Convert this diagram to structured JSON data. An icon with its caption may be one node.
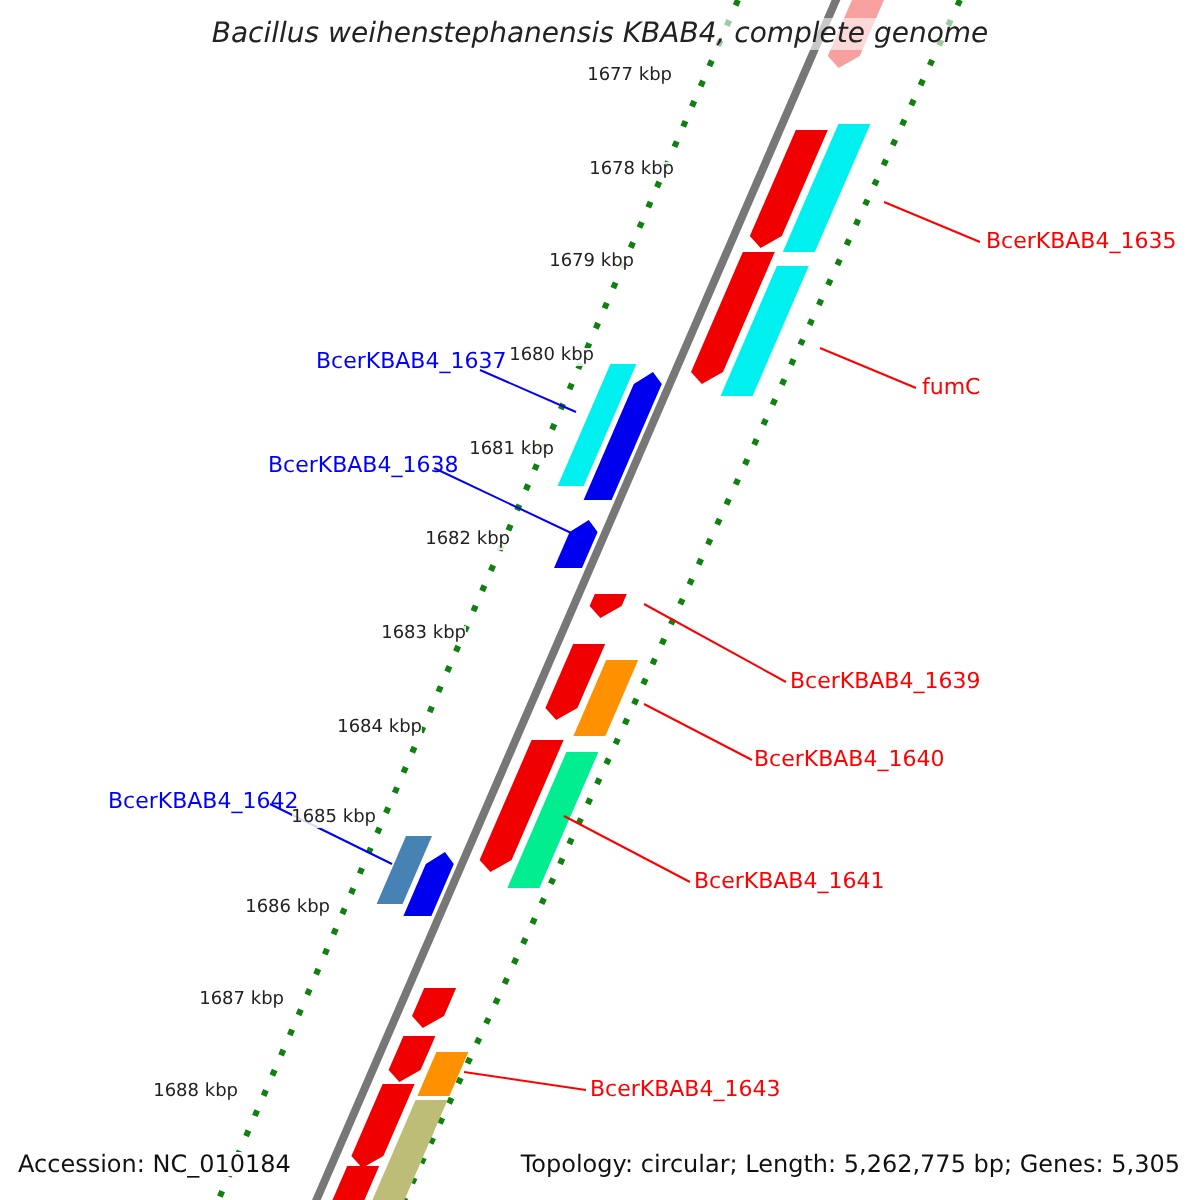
{
  "diagram": {
    "title": "Bacillus weihenstephanensis KBAB4, complete genome",
    "nodes": [
      {
        "text": [
          "BcerKBAB4_1635"
        ]
      },
      {
        "text": [],
        "shape": "bar"
      },
      {
        "text": [
          "fumC"
        ]
      },
      {
        "text": [],
        "shape": "bar"
      },
      {
        "text": [
          "BcerKBAB4_1637"
        ]
      },
      {
        "text": [],
        "shape": "bar"
      },
      {
        "text": [
          "BcerKBAB4_1638"
        ]
      },
      {
        "text": [],
        "shape": "bar"
      },
      {
        "text": [
          "BcerKBAB4_1639"
        ]
      },
      {
        "text": [],
        "shape": "bar"
      },
      {
        "text": [
          "BcerKBAB4_1640"
        ]
      },
      {
        "text": [],
        "shape": "bar"
      },
      {
        "text": [
          "BcerKBAB4_1642"
        ]
      },
      {
        "text": [],
        "shape": "bar"
      },
      {
        "text": [
          "BcerKBAB4_1641"
        ]
      },
      {
        "text": [],
        "shape": "bar"
      },
      {
        "text": [
          "BcerKBAB4_1643"
        ]
      },
      {
        "text": [],
        "shape": "bar"
      }
    ],
    "edges": [
      {
        "from": 0,
        "to": 1,
        "arrow": "none"
      },
      {
        "from": 2,
        "to": 3,
        "arrow": "none"
      },
      {
        "from": 4,
        "to": 5,
        "arrow": "none",
        "color": "#0000ff"
      },
      {
        "from": 6,
        "to": 7,
        "arrow": "none",
        "color": "#0000ff"
      },
      {
        "from": 8,
        "to": 9,
        "arrow": "none"
      },
      {
        "from": 10,
        "to": 11,
        "arrow": "none"
      },
      {
        "from": 12,
        "to": 13,
        "arrow": "none",
        "color": "#0000ff"
      },
      {
        "from": 14,
        "to": 15,
        "arrow": "none"
      },
      {
        "from": 16,
        "to": 17,
        "arrow": "none"
      }
    ],
    "labels": [
      "1677 kbp",
      "1678 kbp",
      "1679 kbp",
      "1680 kbp",
      "1681 kbp",
      "1682 kbp",
      "1683 kbp",
      "1684 kbp",
      "1685 kbp",
      "1686 kbp",
      "1687 kbp",
      "1688 kbp",
      "Accession: NC_010184",
      "Topology: circular; Length: 5,262,775 bp; Genes: 5,305"
    ]
  }
}
